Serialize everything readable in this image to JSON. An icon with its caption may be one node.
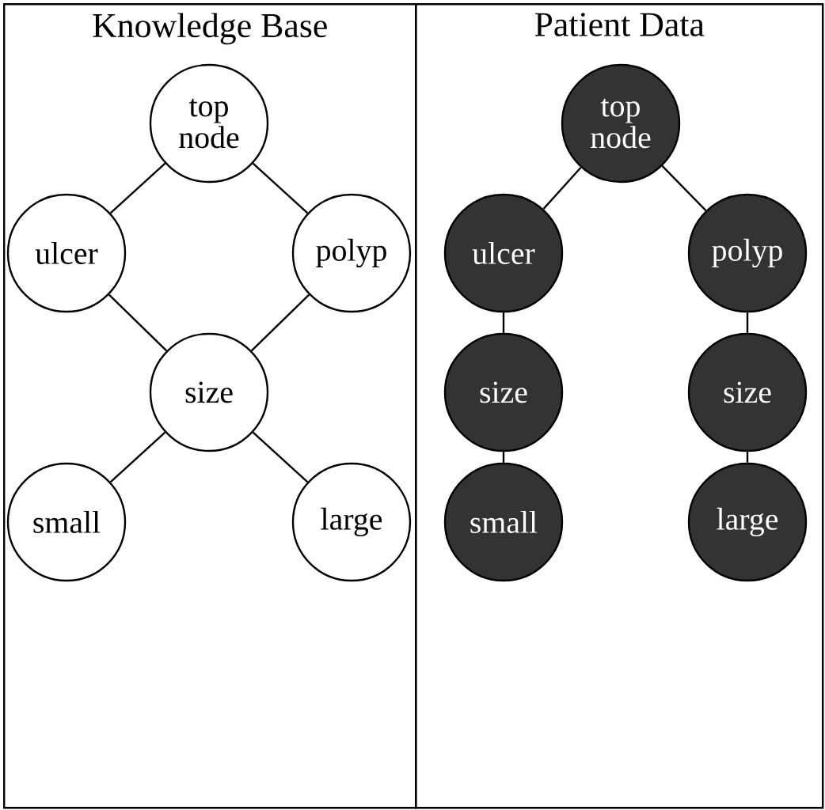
{
  "diagram": {
    "nodes": [
      {
        "text": [
          "Knowledge Base"
        ]
      },
      {
        "text": [
          "Patient Data"
        ]
      },
      {
        "text": [
          "top node"
        ],
        "in": 0
      },
      {
        "text": [
          "ulcer"
        ],
        "in": 0
      },
      {
        "text": [
          "polyp"
        ],
        "in": 0
      },
      {
        "text": [
          "size"
        ],
        "in": 0
      },
      {
        "text": [
          "small"
        ],
        "in": 0
      },
      {
        "text": [
          "large"
        ],
        "in": 0
      },
      {
        "text": [
          "top node"
        ],
        "in": 1
      },
      {
        "text": [
          "ulcer"
        ],
        "in": 1
      },
      {
        "text": [
          "polyp"
        ],
        "in": 1
      },
      {
        "text": [
          "size"
        ],
        "in": 1
      },
      {
        "text": [
          "size"
        ],
        "in": 1
      },
      {
        "text": [
          "small"
        ],
        "in": 1
      },
      {
        "text": [
          "large"
        ],
        "in": 1
      }
    ],
    "edges": [
      {
        "from": 2,
        "to": 3,
        "arrow": "none"
      },
      {
        "from": 2,
        "to": 4,
        "arrow": "none"
      },
      {
        "from": 3,
        "to": 5,
        "arrow": "none"
      },
      {
        "from": 4,
        "to": 5,
        "arrow": "none"
      },
      {
        "from": 5,
        "to": 6,
        "arrow": "none"
      },
      {
        "from": 5,
        "to": 7,
        "arrow": "none"
      },
      {
        "from": 8,
        "to": 9,
        "arrow": "none"
      },
      {
        "from": 8,
        "to": 10,
        "arrow": "none"
      },
      {
        "from": 9,
        "to": 11,
        "arrow": "none"
      },
      {
        "from": 10,
        "to": 12,
        "arrow": "none"
      },
      {
        "from": 11,
        "to": 13,
        "arrow": "none"
      },
      {
        "from": 12,
        "to": 14,
        "arrow": "none"
      }
    ]
  }
}
